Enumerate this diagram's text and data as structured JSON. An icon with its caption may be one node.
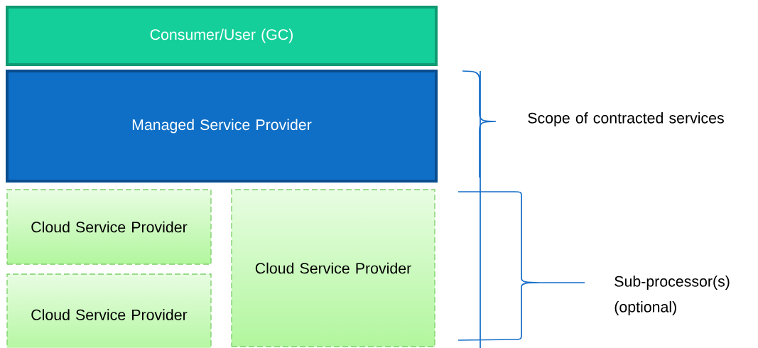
{
  "diagram": {
    "nodes": [
      {
        "text": [
          "Consumer/User (GC)"
        ]
      },
      {
        "text": [
          "Managed Service Provider"
        ]
      },
      {
        "text": [
          "Cloud Service Provider"
        ]
      },
      {
        "text": [
          "Cloud Service Provider"
        ]
      },
      {
        "text": [
          "Cloud Service Provider"
        ]
      }
    ],
    "labels": [
      "Scope of contracted services",
      "Sub-processor(s) (optional)"
    ]
  }
}
